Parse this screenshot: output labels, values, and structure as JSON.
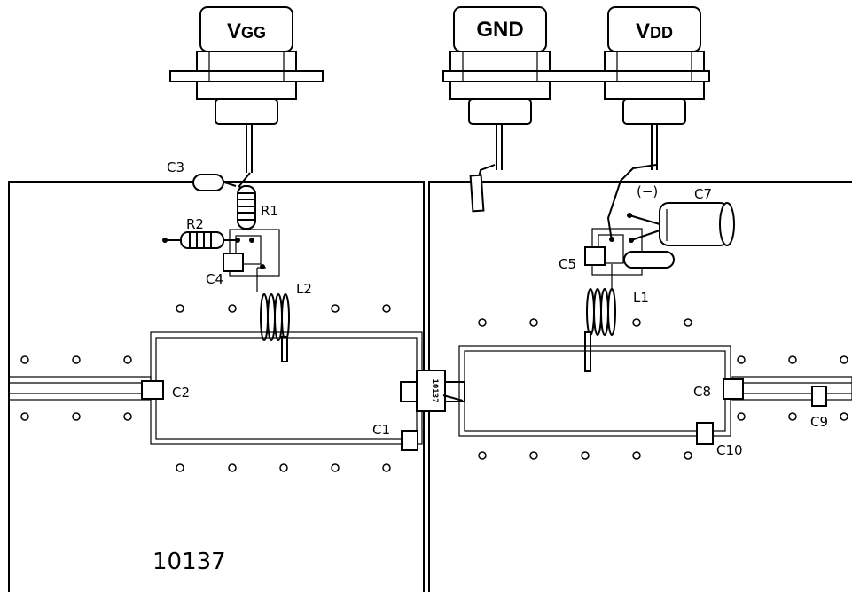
{
  "connectors": {
    "vgg": {
      "main": "V",
      "sub": "GG"
    },
    "gnd": {
      "label": "GND"
    },
    "vdd": {
      "main": "V",
      "sub": "DD"
    }
  },
  "labels": {
    "c1": "C1",
    "c2": "C2",
    "c3": "C3",
    "c4": "C4",
    "c5": "C5",
    "c7": "C7",
    "c8": "C8",
    "c9": "C9",
    "c10": "C10",
    "r1": "R1",
    "r2": "R2",
    "l1": "L1",
    "l2": "L2",
    "polarity": "(−)"
  },
  "chip": {
    "marking": "10137"
  },
  "board": {
    "part_number": "10137"
  }
}
